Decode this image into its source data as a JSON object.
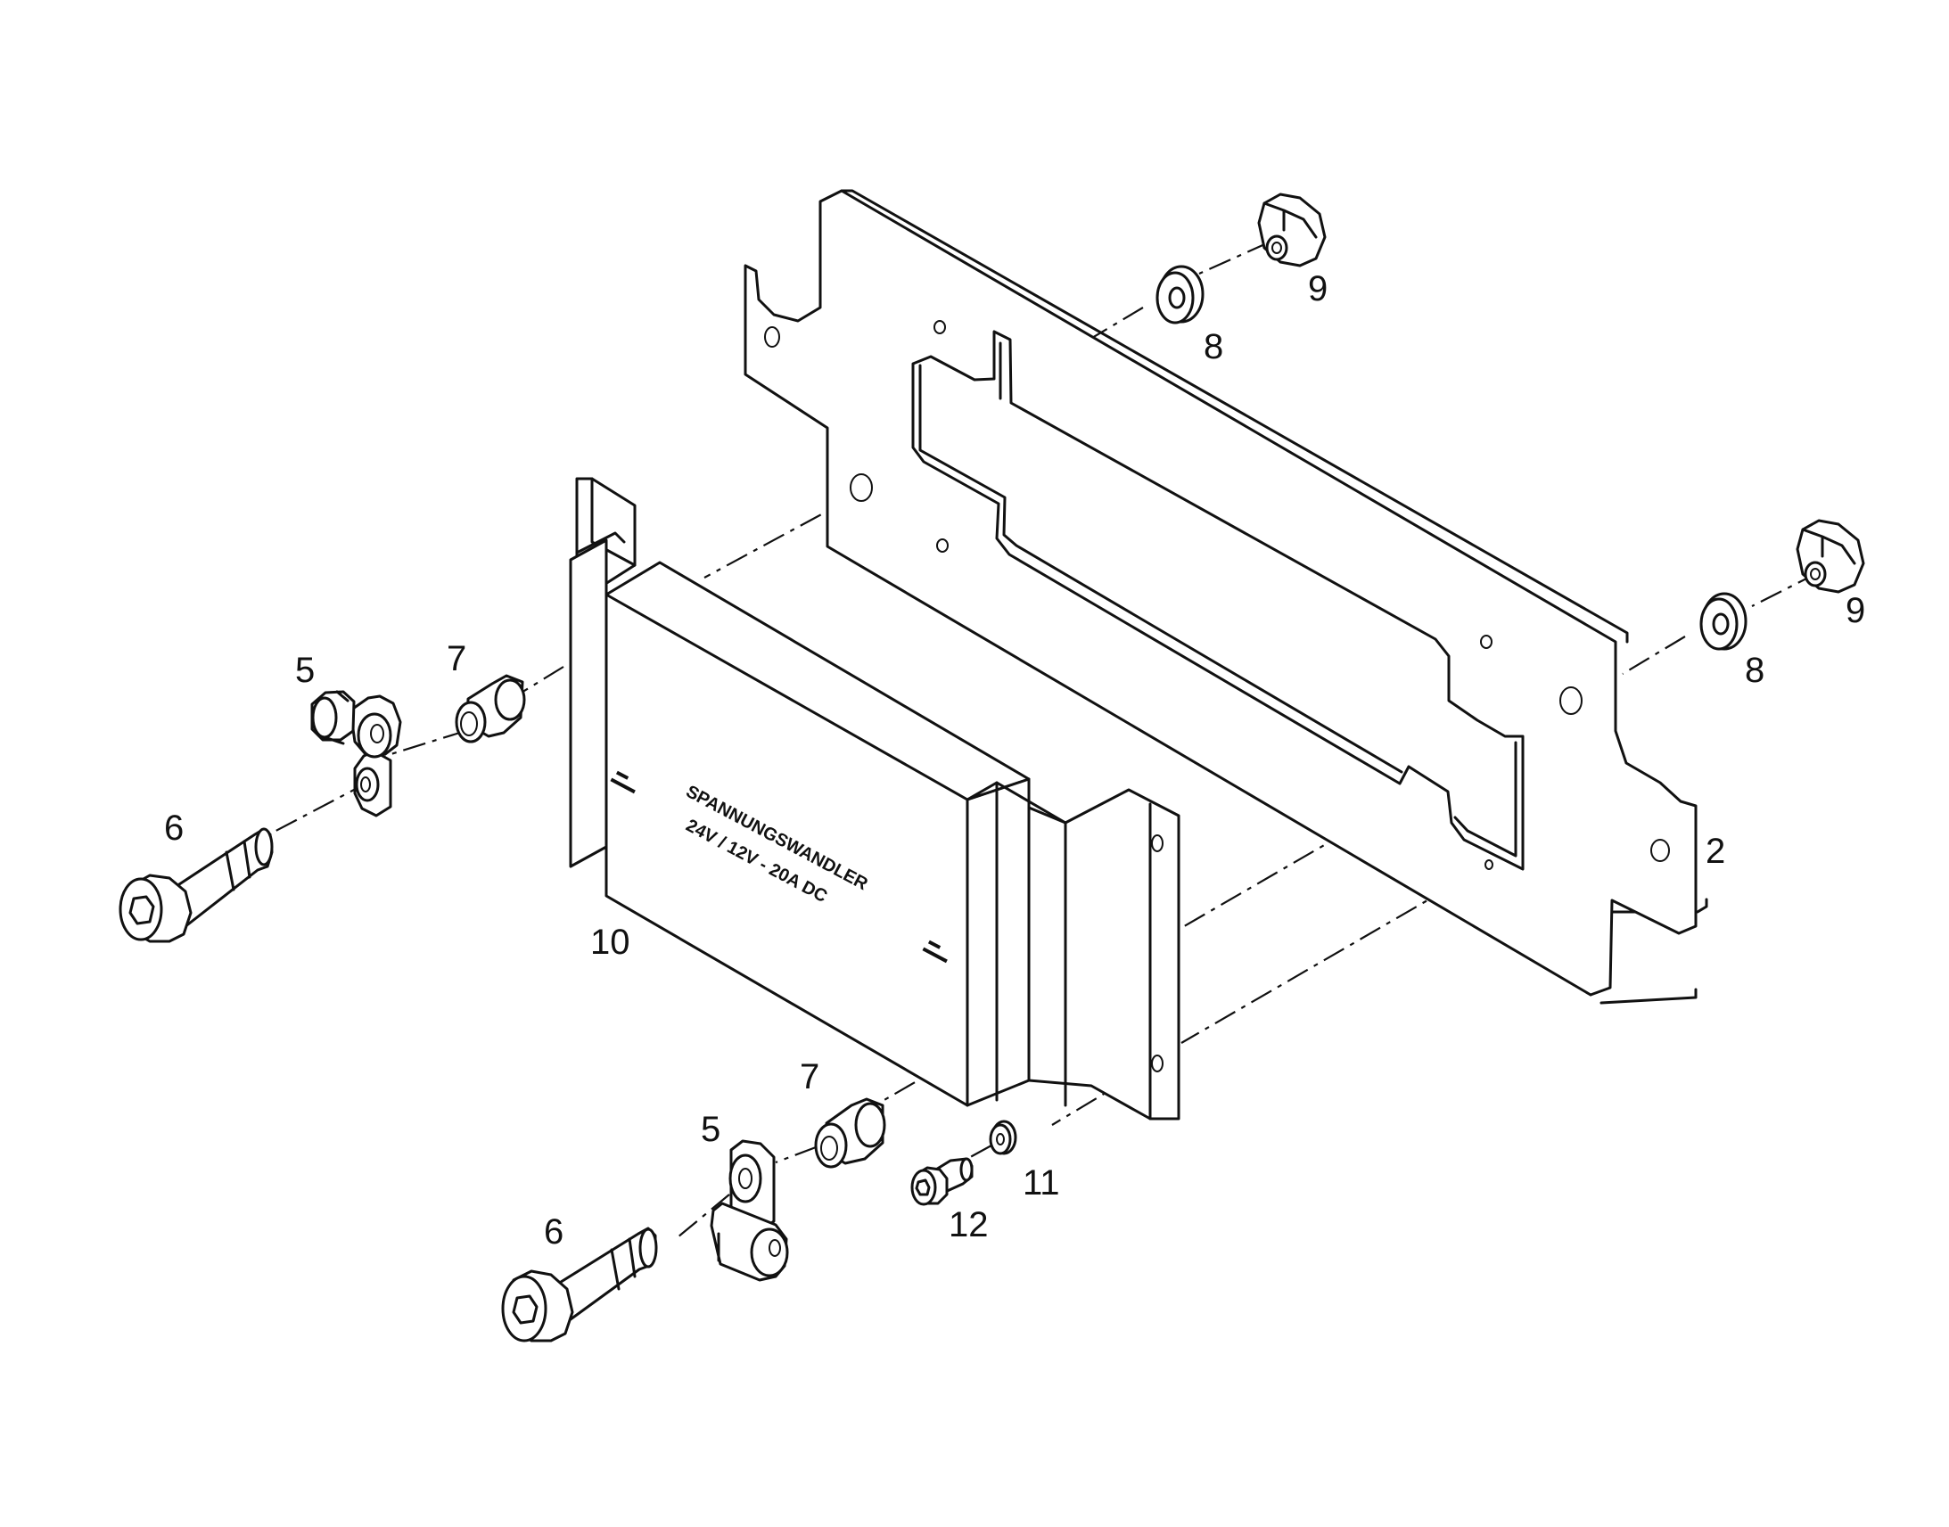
{
  "product_label": {
    "line1": "SPANNUNGSWANDLER",
    "line2": "24V / 12V - 20A DC"
  },
  "callouts": {
    "plate": "2",
    "clamp_upper": "5",
    "clamp_lower": "5",
    "screw_upper": "6",
    "screw_lower": "6",
    "spacer_upper": "7",
    "spacer_lower": "7",
    "washer_upper": "8",
    "washer_right": "8",
    "nut_upper": "9",
    "nut_right": "9",
    "converter": "10",
    "small_washer": "11",
    "small_screw": "12"
  }
}
